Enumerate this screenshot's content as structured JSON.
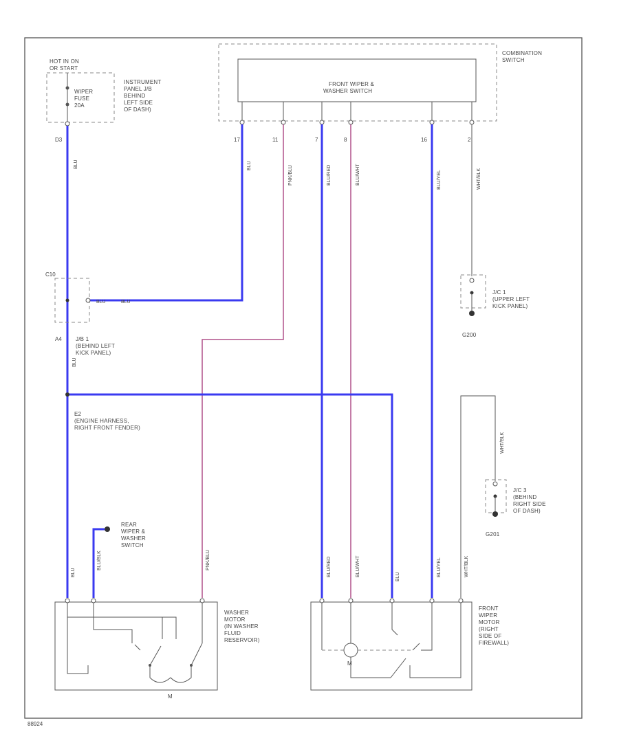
{
  "colors": {
    "blue": "#3a3af0",
    "pink": "#b0508a",
    "wire": "#555555",
    "background": "#ffffff"
  },
  "labels": {
    "hot_in": [
      "HOT IN ON",
      "OR START"
    ],
    "fuse": [
      "WIPER",
      "FUSE",
      "20A"
    ],
    "fuse_location": [
      "INSTRUMENT",
      "PANEL J/B",
      "BEHIND",
      "LEFT SIDE",
      "OF DASH)"
    ],
    "combo_switch": [
      "COMBINATION",
      "SWITCH"
    ],
    "front_switch": [
      "FRONT WIPER &",
      "WASHER SWITCH"
    ],
    "jc1_a": [
      "J/C 1",
      "(UPPER LEFT",
      "KICK PANEL)"
    ],
    "jc1_b": [
      "J/B 1",
      "(BEHIND LEFT",
      "KICK PANEL)"
    ],
    "e2": [
      "E2",
      "(ENGINE HARNESS,",
      "RIGHT FRONT FENDER)"
    ],
    "jc3": [
      "J/C 3",
      "(BEHIND",
      "RIGHT SIDE",
      "OF DASH)"
    ],
    "rear_switch": [
      "REAR",
      "WIPER &",
      "WASHER",
      "SWITCH"
    ],
    "washer_motor": [
      "WASHER",
      "MOTOR",
      "(IN WASHER",
      "FLUID",
      "RESERVOIR)"
    ],
    "front_motor": [
      "FRONT",
      "WIPER",
      "MOTOR",
      "(RIGHT",
      "SIDE OF",
      "FIREWALL)"
    ],
    "ground_1": "G200",
    "ground_2": "G201",
    "motor_symbol": "M",
    "fig_id": "88924"
  },
  "pins": {
    "fuse_out": "D3",
    "connector_c": "C10",
    "connector_a": "A4",
    "p17": "17",
    "p11": "11",
    "p7": "7",
    "p8": "8",
    "p16": "16",
    "p2": "2"
  },
  "wire_colors": {
    "fuse_blu": "BLU",
    "sw_blu": "BLU",
    "sw_pnk": "PNK/BLU",
    "sw_blu2": "BLU/RED",
    "sw_blu3": "BLU/WHT",
    "sw_blu4": "BLU/YEL",
    "sw_wht": "WHT/BLK",
    "jb_blk": "BLU",
    "jb_blu": "BLU",
    "a4_blu": "BLU",
    "rear_blu": "BLU/BLK",
    "wm_blu": "BLU",
    "wm_pnk": "PNK/BLU",
    "fm_1": "BLU/RED",
    "fm_2": "BLU/WHT",
    "fm_3": "BLU",
    "fm_4": "BLU/YEL",
    "fm_5": "WHT/BLK",
    "jc3_wht": "WHT/BLK"
  }
}
